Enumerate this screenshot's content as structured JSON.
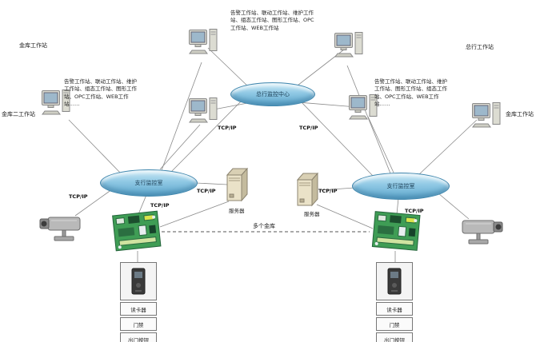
{
  "clouds": {
    "center": "总行监控中心",
    "left": "支行监控室",
    "right": "支行监控室"
  },
  "tcpip": "TCP/IP",
  "vault_link": "多个金库",
  "text_blocks": {
    "top": "告警工作站、联动工作站、维护工作站、组态工作站、图形工作站、OPC工作站、WEB工作站",
    "left": "告警工作站、联动工作站、维护工作站、组态工作站、图形工作站、OPC工作站、WEB工作站……",
    "right": "告警工作站、联动工作站、维护工作站、图形工作站、组态工作站、OPC工作站、WEB工作站……"
  },
  "stations": {
    "top_left": "金库工作站",
    "top_right": "总行工作站",
    "mid_left": "金库二工作站",
    "mid_right": "金库工作站"
  },
  "servers": {
    "left": "服务器",
    "right": "服务器"
  },
  "access_left": [
    "读卡器",
    "门禁",
    "出门按钮"
  ],
  "access_right": [
    "读卡器",
    "门禁",
    "出门按钮"
  ]
}
